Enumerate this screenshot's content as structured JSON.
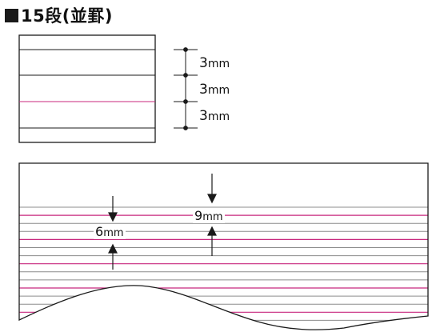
{
  "title": "15段(並罫)",
  "top_dimensions": [
    {
      "value": "3",
      "unit": "mm"
    },
    {
      "value": "3",
      "unit": "mm"
    },
    {
      "value": "3",
      "unit": "mm"
    }
  ],
  "bottom_dimensions": {
    "line_gap": {
      "value": "6",
      "unit": "mm"
    },
    "accent_gap": {
      "value": "9",
      "unit": "mm"
    }
  },
  "colors": {
    "rule_gray": "#8c8c8c",
    "rule_accent": "#c8287e",
    "frame": "#1a1a1a"
  }
}
